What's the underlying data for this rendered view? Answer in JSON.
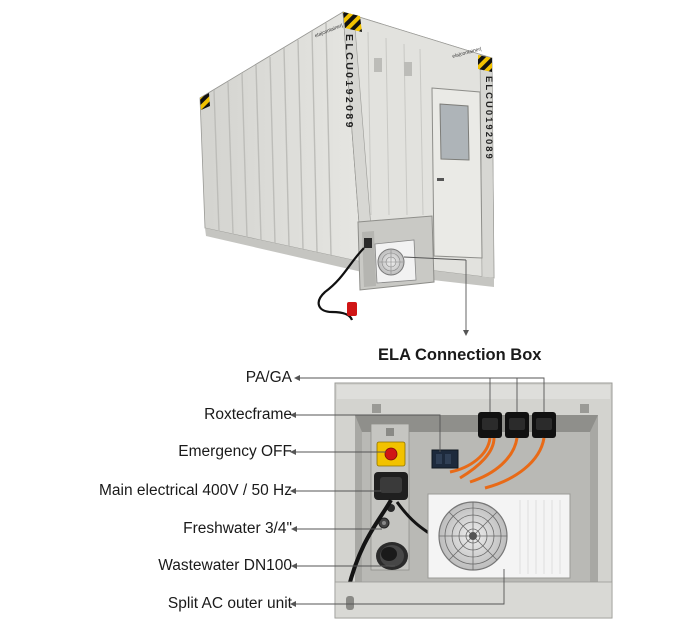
{
  "diagram": {
    "title": "ELA Connection Box",
    "container_id": "ELCU0192089",
    "brand_text": "ela|container|",
    "labels": [
      {
        "id": "pa-ga",
        "text": "PA/GA"
      },
      {
        "id": "roxtecframe",
        "text": "Roxtecframe"
      },
      {
        "id": "emergency-off",
        "text": "Emergency OFF"
      },
      {
        "id": "main-electrical",
        "text": "Main electrical 400V / 50 Hz"
      },
      {
        "id": "freshwater",
        "text": "Freshwater 3/4\""
      },
      {
        "id": "wastewater",
        "text": "Wastewater DN100"
      },
      {
        "id": "split-ac",
        "text": "Split AC outer unit"
      }
    ]
  },
  "colors": {
    "container_light": "#e4e4e0",
    "container_mid": "#cfcfcb",
    "container_dark": "#a9a9a5",
    "warning_yellow": "#f2c200",
    "emergency_red": "#d01515",
    "cable_orange": "#e86a17",
    "leader_line": "#555555"
  }
}
